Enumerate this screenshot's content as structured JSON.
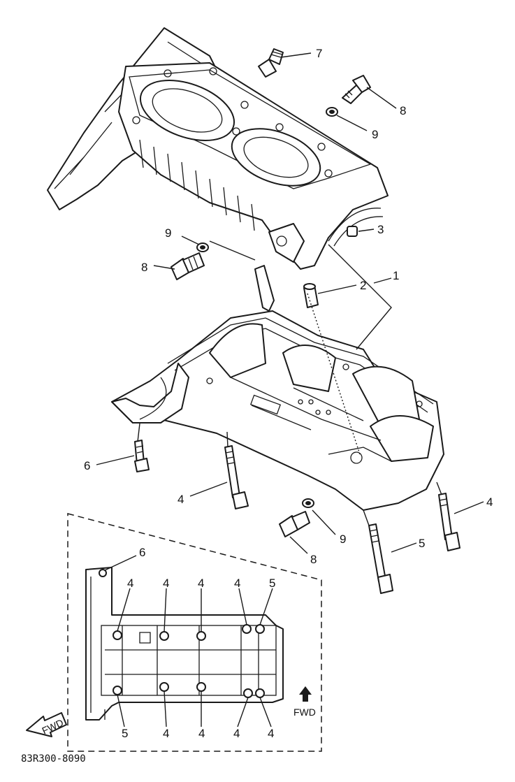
{
  "callouts": {
    "c1": "1",
    "c2": "2",
    "c3": "3",
    "c4": "4",
    "c5": "5",
    "c6": "6",
    "c7": "7",
    "c8": "8",
    "c9": "9"
  },
  "inset": {
    "fwd_label": "FWD",
    "fwd_stamp": "FWD"
  },
  "diagram_code": "83R300-8090"
}
